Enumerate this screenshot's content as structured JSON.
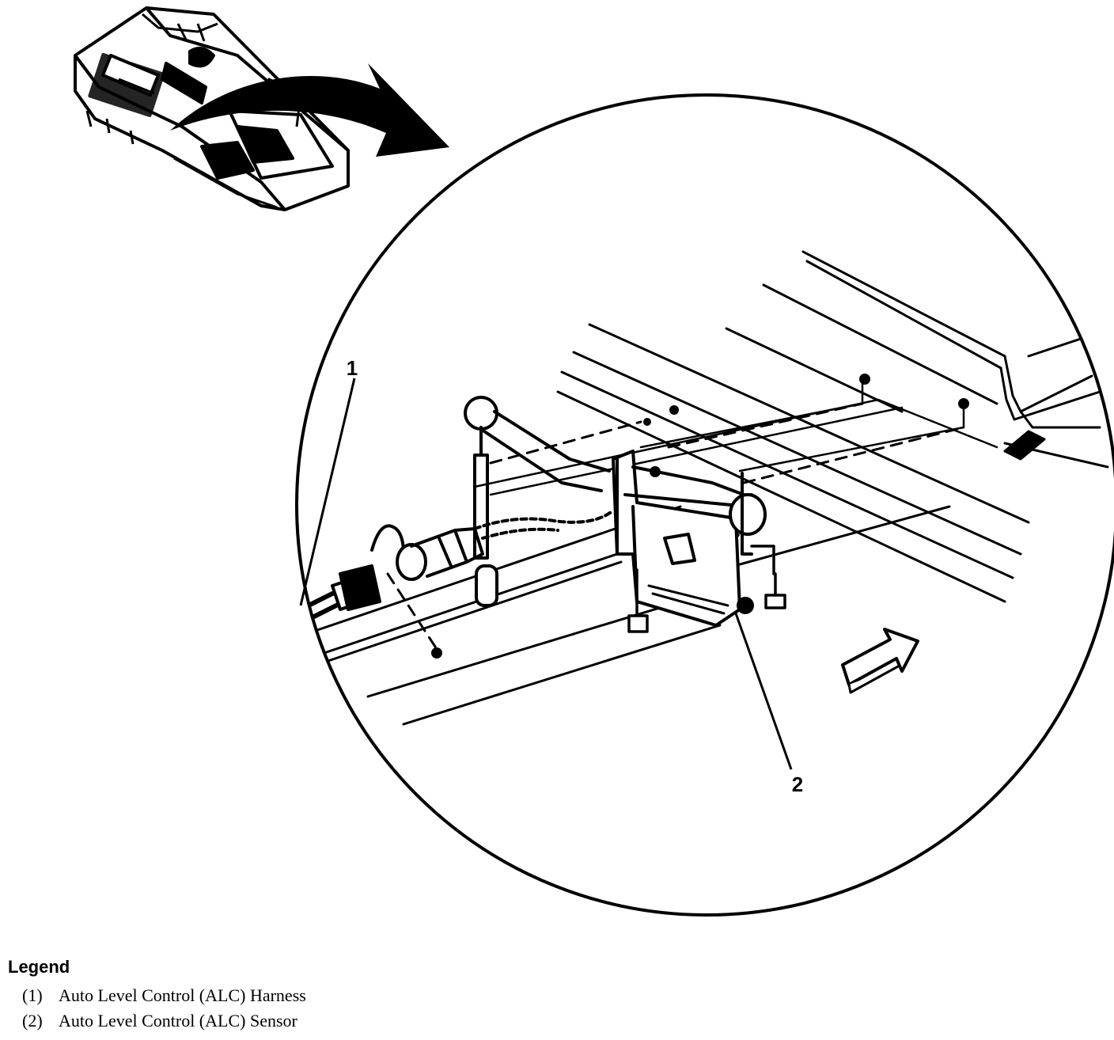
{
  "diagram": {
    "callouts": [
      {
        "number": "1"
      },
      {
        "number": "2"
      }
    ]
  },
  "legend": {
    "title": "Legend",
    "items": [
      {
        "number": "(1)",
        "label": "Auto Level Control (ALC) Harness"
      },
      {
        "number": "(2)",
        "label": "Auto Level Control (ALC) Sensor"
      }
    ]
  }
}
